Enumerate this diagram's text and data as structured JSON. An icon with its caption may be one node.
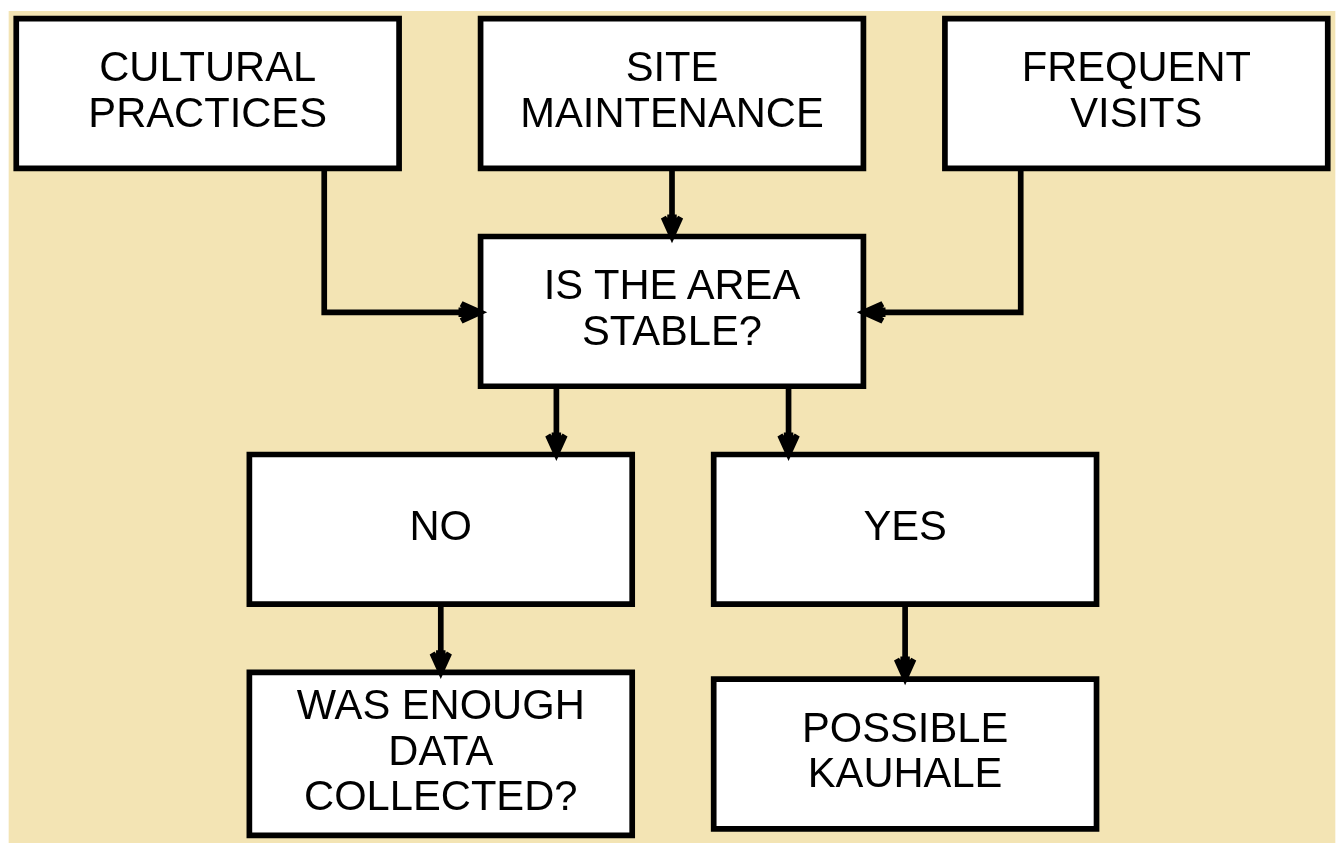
{
  "diagram": {
    "nodes": [
      {
        "text": [
          "CULTURAL PRACTICES"
        ]
      },
      {
        "text": [
          "SITE MAINTENANCE"
        ]
      },
      {
        "text": [
          "FREQUENT VISITS"
        ]
      },
      {
        "text": [
          "IS THE AREA STABLE?"
        ]
      },
      {
        "text": [
          "NO"
        ]
      },
      {
        "text": [
          "YES"
        ]
      },
      {
        "text": [
          "WAS ENOUGH DATA COLLECTED?"
        ]
      },
      {
        "text": [
          "POSSIBLE KAUHALE"
        ]
      }
    ],
    "edges": [
      {
        "from": 0,
        "to": 3,
        "arrow": "to"
      },
      {
        "from": 1,
        "to": 3,
        "arrow": "to"
      },
      {
        "from": 2,
        "to": 3,
        "arrow": "to"
      },
      {
        "from": 3,
        "to": 4,
        "arrow": "to"
      },
      {
        "from": 3,
        "to": 5,
        "arrow": "to"
      },
      {
        "from": 4,
        "to": 6,
        "arrow": "to"
      },
      {
        "from": 5,
        "to": 7,
        "arrow": "to"
      }
    ]
  }
}
